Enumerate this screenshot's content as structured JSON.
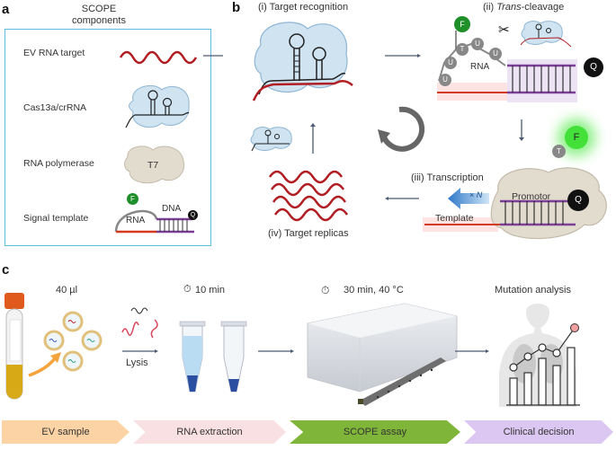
{
  "panels": {
    "a": {
      "letter": "a",
      "title_line1": "SCOPE",
      "title_line2": "components",
      "components": [
        {
          "label": "EV RNA target"
        },
        {
          "label": "Cas13a/crRNA"
        },
        {
          "label": "RNA polymerase",
          "glyph": "T7"
        },
        {
          "label": "Signal template",
          "rna": "RNA",
          "dna": "DNA",
          "fluorophore": "F",
          "quencher": "Q"
        }
      ]
    },
    "b": {
      "letter": "b",
      "step1": "(i) Target recognition",
      "step2_prefix": "(ii) ",
      "step2_italic": "Trans",
      "step2_suffix": "-cleavage",
      "step3": "(iii) Transcription",
      "step4": "(iv) Target replicas",
      "rna_label": "RNA",
      "nucleotides": [
        "U",
        "U",
        "T",
        "U",
        "U"
      ],
      "fluorophore": "F",
      "quencher": "Q",
      "released_t": "T",
      "multiplier_x": "× ",
      "multiplier_n": "N",
      "promotor": "Promotor",
      "template": "Template"
    },
    "c": {
      "letter": "c",
      "volume": "40 µl",
      "lysis": "Lysis",
      "timer1": "10 min",
      "timer2": "30 min, 40 °C",
      "analysis": "Mutation analysis"
    }
  },
  "workflow": [
    {
      "label": "EV sample",
      "color": "#fcd3a4"
    },
    {
      "label": "RNA extraction",
      "color": "#f9e1e3"
    },
    {
      "label": "SCOPE assay",
      "color": "#7fb539"
    },
    {
      "label": "Clinical decision",
      "color": "#dcc7f2"
    }
  ],
  "colors": {
    "frame": "#5bbde0",
    "rna_red": "#b11f24",
    "dna_purple": "#7b3f98",
    "fluor_green": "#1f8f2a",
    "quencher": "#111111"
  }
}
